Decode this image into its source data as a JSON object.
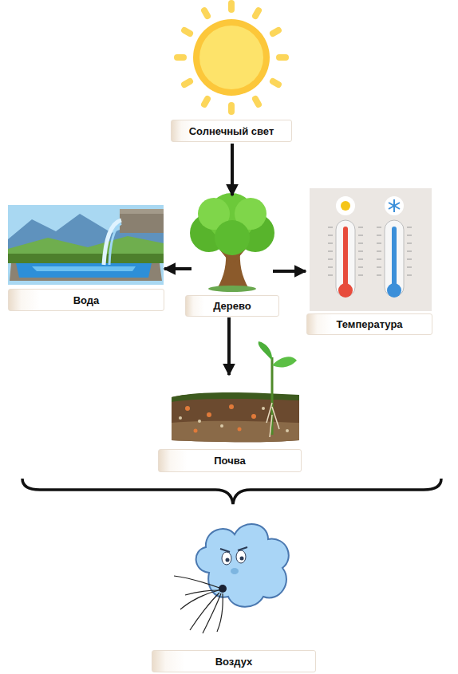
{
  "diagram": {
    "nodes": [
      {
        "text": [
          "Солнечный свет"
        ]
      },
      {
        "text": [
          "Вода"
        ]
      },
      {
        "text": [
          "Дерево"
        ]
      },
      {
        "text": [
          "Температура"
        ]
      },
      {
        "text": [
          "Почва"
        ]
      },
      {
        "text": [
          "Воздух"
        ]
      }
    ],
    "edges": [
      {
        "from": 0,
        "to": 2,
        "arrow": "to"
      },
      {
        "from": 2,
        "to": 1,
        "arrow": "to"
      },
      {
        "from": 2,
        "to": 3,
        "arrow": "to"
      },
      {
        "from": 2,
        "to": 4,
        "arrow": "to"
      }
    ]
  }
}
